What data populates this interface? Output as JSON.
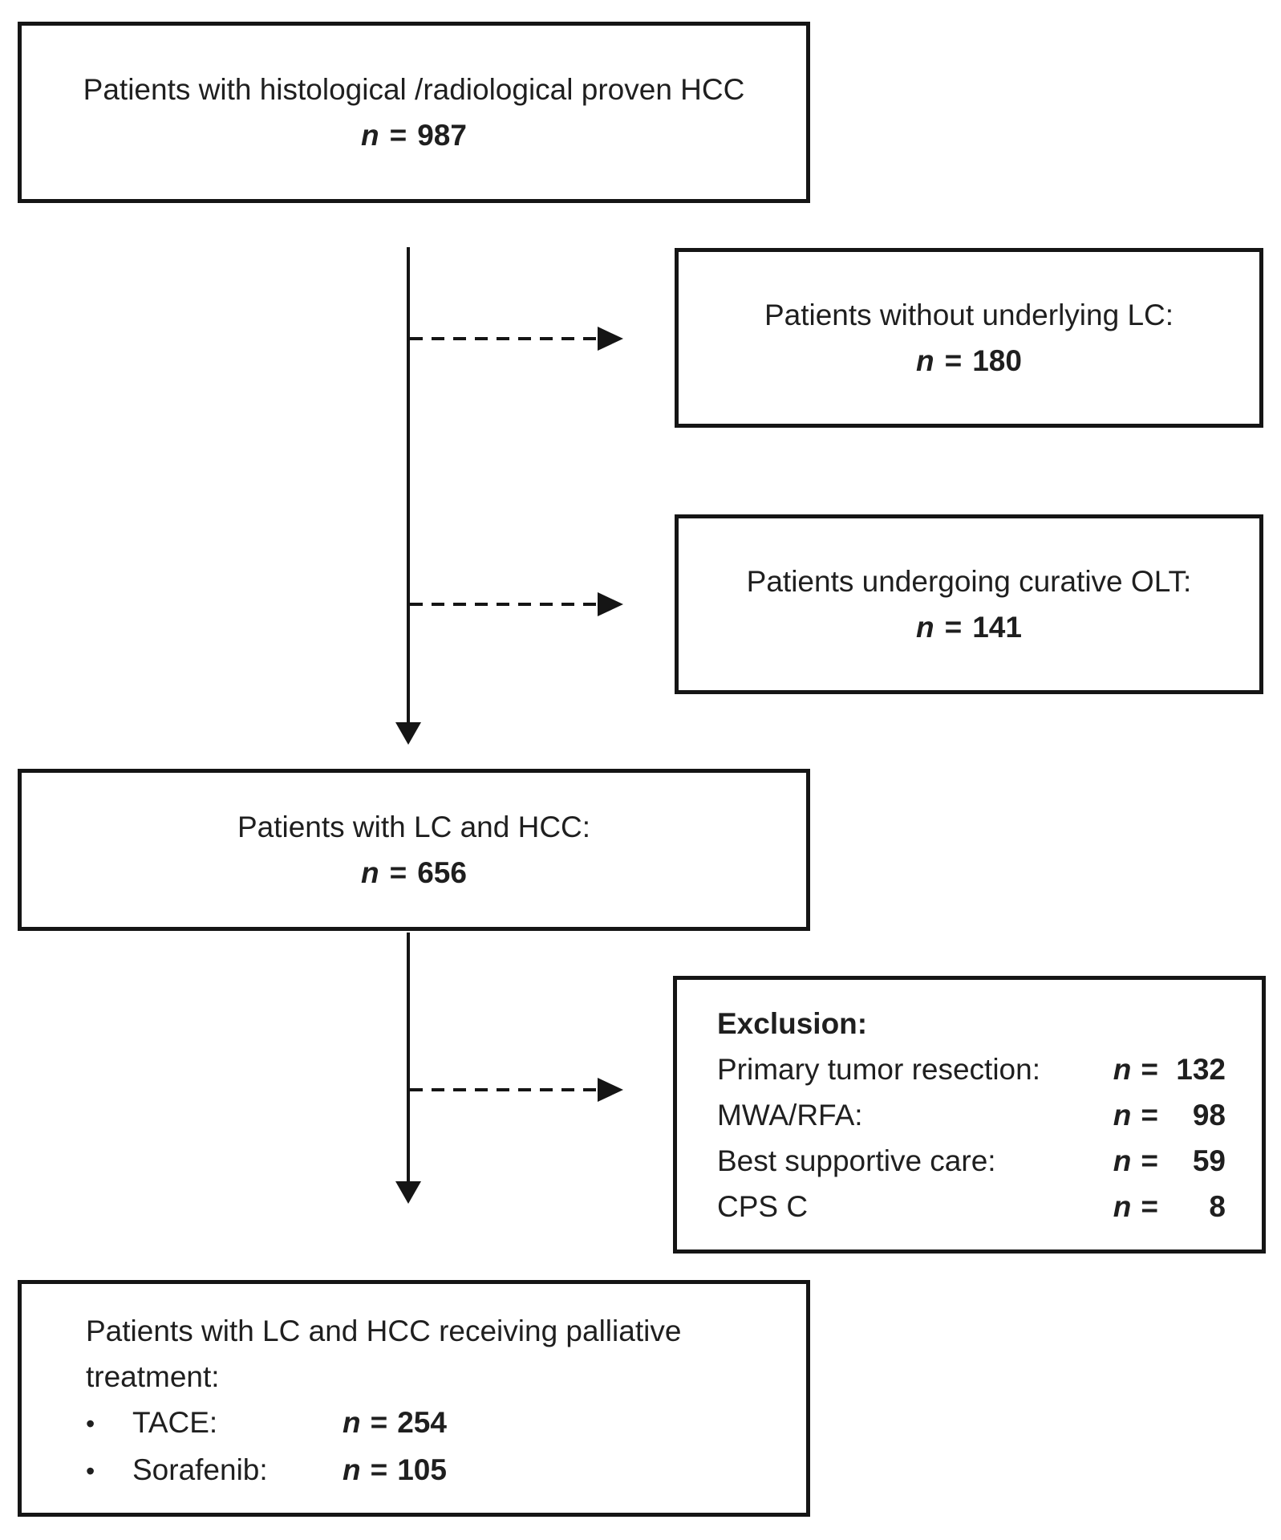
{
  "symbols": {
    "n": "n",
    "eq": "=",
    "bullet": "•"
  },
  "boxes": {
    "hcc_total": {
      "title": "Patients with histological /radiological proven HCC",
      "value": "987"
    },
    "no_lc": {
      "title": "Patients without underlying LC:",
      "value": "180"
    },
    "olt": {
      "title": "Patients undergoing curative OLT:",
      "value": "141"
    },
    "lc_hcc": {
      "title": "Patients with LC and HCC:",
      "value": "656"
    },
    "exclusion": {
      "heading": "Exclusion:",
      "rows": [
        {
          "label": "Primary tumor resection:",
          "value": "132"
        },
        {
          "label": "MWA/RFA:",
          "value": "98"
        },
        {
          "label": "Best supportive care:",
          "value": "59"
        },
        {
          "label": "CPS C",
          "value": "8"
        }
      ]
    },
    "palliative": {
      "title_line1": "Patients with LC and HCC receiving palliative",
      "title_line2": "treatment:",
      "items": [
        {
          "label": "TACE:",
          "value": "254"
        },
        {
          "label": "Sorafenib:",
          "value": "105"
        }
      ]
    }
  }
}
